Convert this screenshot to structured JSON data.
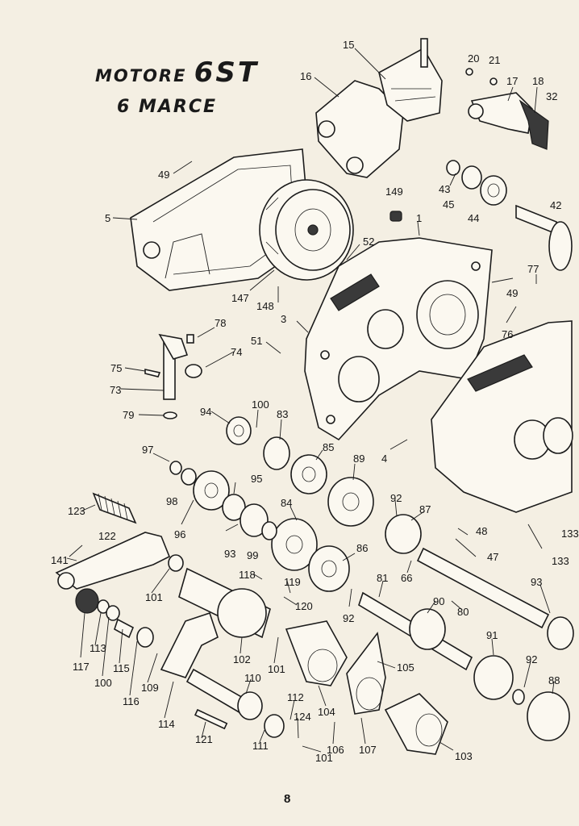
{
  "title": {
    "line1_prefix": "MOTORE",
    "line1_model": "6ST",
    "line2": "6 MARCE"
  },
  "page_number": "8",
  "part_labels": {
    "p15": "15",
    "p16": "16",
    "p20": "20",
    "p21": "21",
    "p17": "17",
    "p18": "18",
    "p32": "32",
    "p49a": "49",
    "p5": "5",
    "p43": "43",
    "p45": "45",
    "p44": "44",
    "p149": "149",
    "p42": "42",
    "p1": "1",
    "p52": "52",
    "p147": "147",
    "p148": "148",
    "p77": "77",
    "p49b": "49",
    "p76": "76",
    "p78": "78",
    "p3": "3",
    "p74": "74",
    "p51": "51",
    "p75": "75",
    "p73": "73",
    "p79": "79",
    "p94": "94",
    "p100a": "100",
    "p83": "83",
    "p97": "97",
    "p85": "85",
    "p89": "89",
    "p4": "4",
    "p98": "98",
    "p95": "95",
    "p92a": "92",
    "p87": "87",
    "p123": "123",
    "p84": "84",
    "p48": "48",
    "p96": "96",
    "p122": "122",
    "p93a": "93",
    "p99": "99",
    "p86": "86",
    "p47": "47",
    "p133a": "133",
    "p133b": "133",
    "p141": "141",
    "p66": "66",
    "p118": "118",
    "p119": "119",
    "p81": "81",
    "p93b": "93",
    "p101a": "101",
    "p120": "120",
    "p90": "90",
    "p80": "80",
    "p92b": "92",
    "p117": "117",
    "p113": "113",
    "p115": "115",
    "p100b": "100",
    "p116": "116",
    "p109": "109",
    "p102": "102",
    "p101b": "101",
    "p105": "105",
    "p91": "91",
    "p92c": "92",
    "p110": "110",
    "p88": "88",
    "p114": "114",
    "p112": "112",
    "p104": "104",
    "p124": "124",
    "p121": "121",
    "p111": "111",
    "p101c": "101",
    "p106": "106",
    "p107": "107",
    "p103": "103"
  }
}
